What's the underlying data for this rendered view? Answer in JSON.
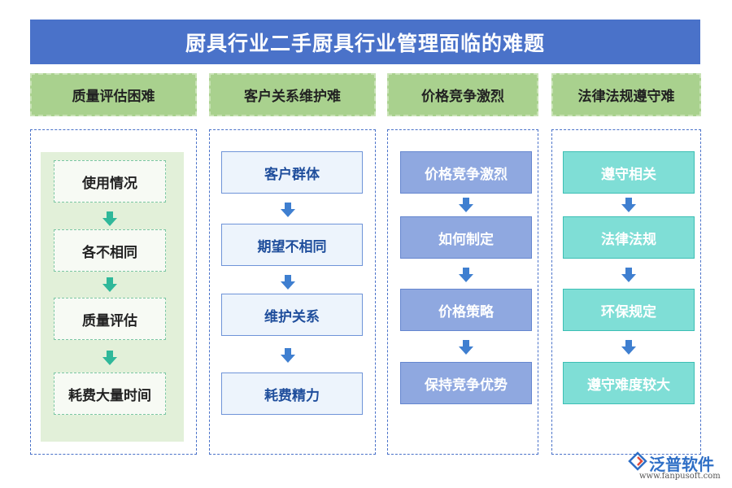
{
  "title": "厨具行业二手厨具行业管理面临的难题",
  "columns": [
    {
      "header": "质量评估困难",
      "items": [
        "使用情况",
        "各不相同",
        "质量评估",
        "耗费大量时间"
      ]
    },
    {
      "header": "客户关系维护难",
      "items": [
        "客户群体",
        "期望不相同",
        "维护关系",
        "耗费精力"
      ]
    },
    {
      "header": "价格竞争激烈",
      "items": [
        "价格竞争激烈",
        "如何制定",
        "价格策略",
        "保持竞争优势"
      ]
    },
    {
      "header": "法律法规遵守难",
      "items": [
        "遵守相关",
        "法律法规",
        "环保规定",
        "遵守难度较大"
      ]
    }
  ],
  "logo": {
    "name": "泛普软件",
    "url": "www.fanpusoft.com"
  },
  "colors": {
    "title_bg": "#4a72c9",
    "header_bg": "#a9d18e",
    "arrow_green": "#2fb89a",
    "arrow_blue": "#3f7fd0"
  }
}
